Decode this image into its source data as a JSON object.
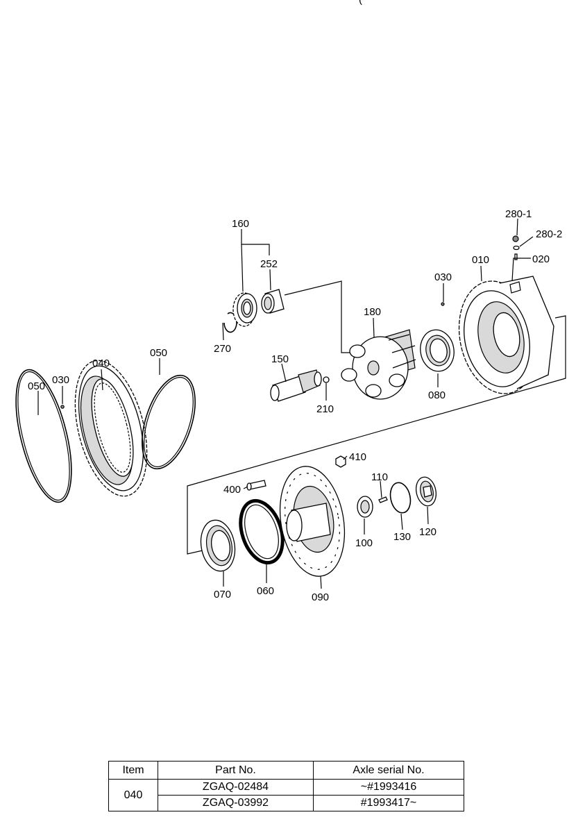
{
  "top_fragment": "(",
  "callouts": {
    "c280_1": "280-1",
    "c280_2": "280-2",
    "c020": "020",
    "c010": "010",
    "c030_a": "030",
    "c160": "160",
    "c252": "252",
    "c270": "270",
    "c180": "180",
    "c150": "150",
    "c210": "210",
    "c080": "080",
    "c040": "040",
    "c050_a": "050",
    "c050_b": "050",
    "c030_b": "030",
    "c410": "410",
    "c400": "400",
    "c110": "110",
    "c100": "100",
    "c130": "130",
    "c120": "120",
    "c070": "070",
    "c060": "060",
    "c090": "090"
  },
  "table": {
    "headers": [
      "Item",
      "Part No.",
      "Axle serial No."
    ],
    "item": "040",
    "rows": [
      {
        "part_no": "ZGAQ-02484",
        "serial": "~#1993416"
      },
      {
        "part_no": "ZGAQ-03992",
        "serial": "#1993417~"
      }
    ]
  }
}
